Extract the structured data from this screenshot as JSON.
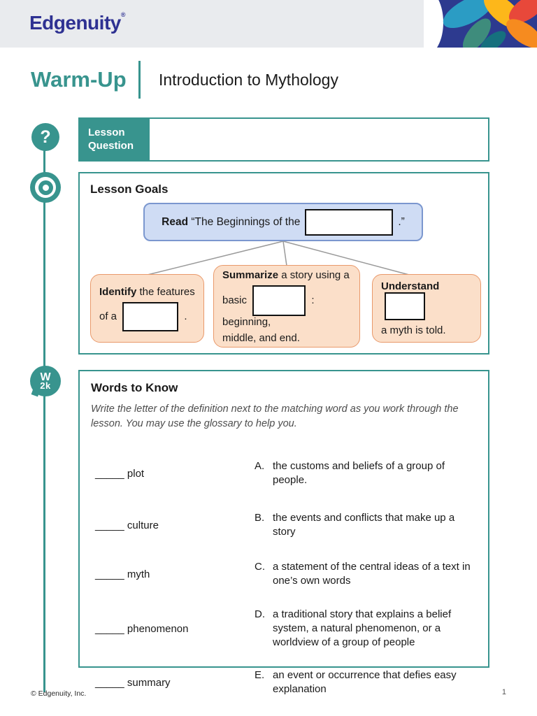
{
  "brand": {
    "logo": "Edgenuity",
    "reg": "®"
  },
  "title_bar": {
    "label": "Warm-Up",
    "title": "Introduction to Mythology"
  },
  "sidebar_icons": {
    "question": "?",
    "w2k_line1": "W",
    "w2k_line2": "2k"
  },
  "lesson_question": {
    "label": "Lesson Question"
  },
  "lesson_goals": {
    "heading": "Lesson Goals",
    "read": {
      "bold": "Read",
      "text": "“The Beginnings of the",
      "suffix": ".”"
    },
    "identify": {
      "bold": "Identify",
      "rest": " the features",
      "pre": "of a",
      "suffix": "."
    },
    "summarize": {
      "bold": "Summarize",
      "rest": " a story using a",
      "pre": "basic",
      "post": ": beginning,",
      "last": "middle, and end."
    },
    "understand": {
      "bold": "Understand",
      "line2": "a myth is told."
    }
  },
  "words_to_know": {
    "heading": "Words to Know",
    "instructions": "Write the letter of the definition next to the matching word as you work through the lesson. You may use the glossary to help you.",
    "rows": [
      {
        "blank": "_____",
        "term": "plot",
        "letter": "A.",
        "definition": "the customs and beliefs of a group of people."
      },
      {
        "blank": "_____",
        "term": "culture",
        "letter": "B.",
        "definition": "the events and conflicts that make up a story"
      },
      {
        "blank": "_____",
        "term": "myth",
        "letter": "C.",
        "definition": "a statement of the central ideas of a text in one’s own words"
      },
      {
        "blank": "_____",
        "term": "phenomenon",
        "letter": "D.",
        "definition": "a traditional story that explains a belief system, a natural phenomenon, or a worldview of a group of people"
      },
      {
        "blank": "_____",
        "term": "summary",
        "letter": "E.",
        "definition": "an event or occurrence that defies easy explanation"
      }
    ]
  },
  "footer": {
    "copyright": "© Edgenuity, Inc.",
    "page": "1"
  },
  "colors": {
    "teal": "#38948e",
    "logo_blue": "#2e3192",
    "header_bg": "#e9ebee",
    "read_box_bg": "#cfdcf4",
    "read_box_border": "#7b97cf",
    "goal_box_bg": "#fbdfc9",
    "goal_box_border": "#e9996b"
  }
}
